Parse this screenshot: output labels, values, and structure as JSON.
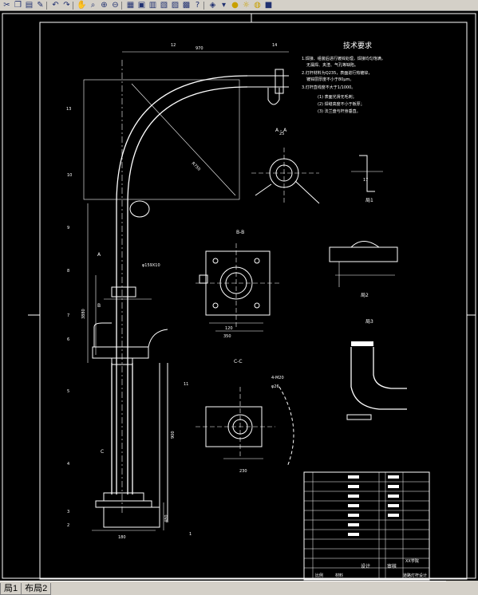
{
  "toolbar": {
    "icons": [
      "cut-icon",
      "copy-icon",
      "paste-icon",
      "match-properties-icon",
      "undo-icon",
      "redo-icon",
      "pan-icon",
      "zoom-realtime-icon",
      "zoom-window-icon",
      "zoom-previous-icon",
      "properties-icon",
      "design-center-icon",
      "tool-palettes-icon",
      "sheet-set-icon",
      "markup-icon",
      "calculator-icon",
      "help-icon",
      "layers-icon",
      "layer-state-icon",
      "bulb-icon",
      "sun-icon",
      "lock-icon",
      "color-icon"
    ]
  },
  "tabs": [
    "局1",
    "布局2"
  ],
  "drawing": {
    "tech_title": "技术要求",
    "tech_lines": [
      "1.焊接、组装后进行镀锌处理，焊接均匀饱满，",
      "无漏焊、夹渣、气孔等缺陷。",
      "2.灯杆材料为Q235，表面进行热镀锌，",
      "镀锌层厚度不小于80μm。",
      "3.灯杆直线度不大于1/1000。",
      "(1) 表面光滑无毛刺；",
      "(2) 焊缝高度不小于板厚；",
      "(3) 法兰盘与杆身垂直。"
    ],
    "section_aa": "A - A",
    "section_bb": "B-B",
    "section_cc": "C-C",
    "view_1": "局1",
    "view_2": "局2",
    "view_3": "局3",
    "label_a": "A",
    "label_b": "B",
    "label_c": "C",
    "parts": [
      "1",
      "2",
      "3",
      "4",
      "5",
      "6",
      "7",
      "8",
      "9",
      "10",
      "11",
      "12",
      "13",
      "14"
    ],
    "dims": {
      "d_top": "970",
      "d_r": "R750",
      "d_height": "3880",
      "d_phi": "φ159X10",
      "d_lower": "900",
      "d_base_w": "180",
      "d_base_h": "480",
      "d_bb_w": "350",
      "d_bb_h": "120",
      "d_cc": "230",
      "d_cc2": "4-M20",
      "d_h": "17",
      "d_hole": "φ26",
      "d_small": "25"
    },
    "title_block": {
      "school": "XX学院",
      "drawing_name": "道路灯杆设计",
      "scale_label": "比例",
      "material_label": "材料",
      "designer": "设计",
      "checker": "审核"
    }
  }
}
